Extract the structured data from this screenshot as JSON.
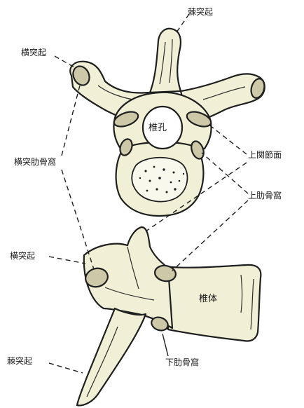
{
  "labels": {
    "spinous_top": "棘突起",
    "transverse_top": "横突起",
    "foramen": "椎孔",
    "transverse_costal_fovea": "横突肋骨窩",
    "superior_articular_surface": "上関節面",
    "superior_costal_fovea": "上肋骨窩",
    "transverse_side": "横突起",
    "body": "椎体",
    "inferior_costal_fovea": "下肋骨窩",
    "spinous_side": "棘突起"
  },
  "colors": {
    "bone": "#f1f0d6",
    "outline": "#1f1f1f",
    "fovea": "#ccc8a8"
  }
}
